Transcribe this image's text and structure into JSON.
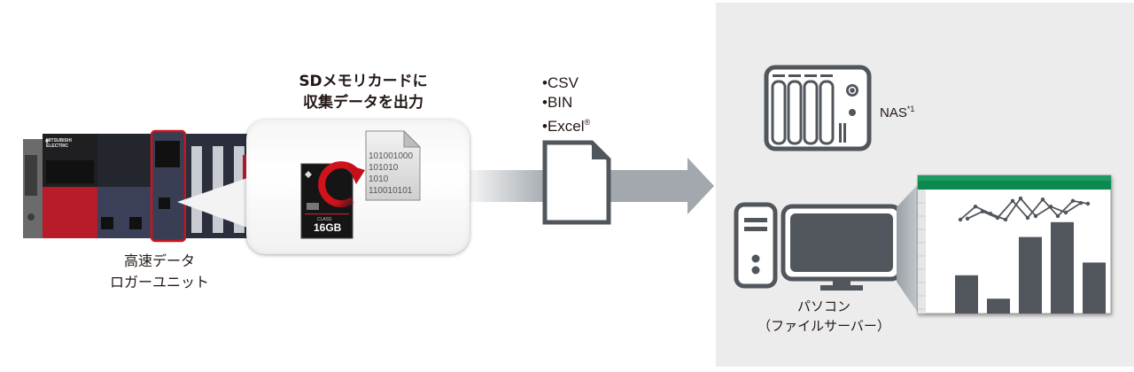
{
  "colors": {
    "panel_bg": "#ececec",
    "icon_gray": "#50565c",
    "arrow_gray": "#a2a8ae",
    "accent_red": "#d0121b",
    "sheet_green": "#0a8a4f"
  },
  "plc": {
    "label_line1": "高速データ",
    "label_line2": "ロガーユニット",
    "brand_text": "MITSUBISHI ELECTRIC"
  },
  "sd": {
    "title_line1": "SDメモリカードに",
    "title_line2": "収集データを出力",
    "card_capacity": "16GB",
    "card_class": "CLASS",
    "binary_lines": [
      "101001000",
      "101010",
      "1010",
      "110010101"
    ]
  },
  "formats": {
    "items": [
      {
        "label": "CSV"
      },
      {
        "label": "BIN"
      },
      {
        "label": "Excel",
        "mark": "®"
      }
    ],
    "bullet": "•"
  },
  "nas": {
    "label": "NAS",
    "footnote": "*1",
    "icon": "nas-icon"
  },
  "pc": {
    "label_line1": "パソコン",
    "label_line2": "（ファイルサーバー）",
    "icon": "computer-icon"
  },
  "spreadsheet": {
    "bars": [
      0.36,
      0.14,
      0.72,
      0.86,
      0.48
    ],
    "line_a": [
      0.35,
      0.72,
      0.52,
      0.35,
      0.95,
      0.45,
      0.72,
      0.55,
      0.82
    ],
    "line_b": [
      0.38,
      0.58,
      0.4,
      0.88,
      0.4,
      0.92,
      0.45,
      0.88,
      0.8
    ]
  }
}
